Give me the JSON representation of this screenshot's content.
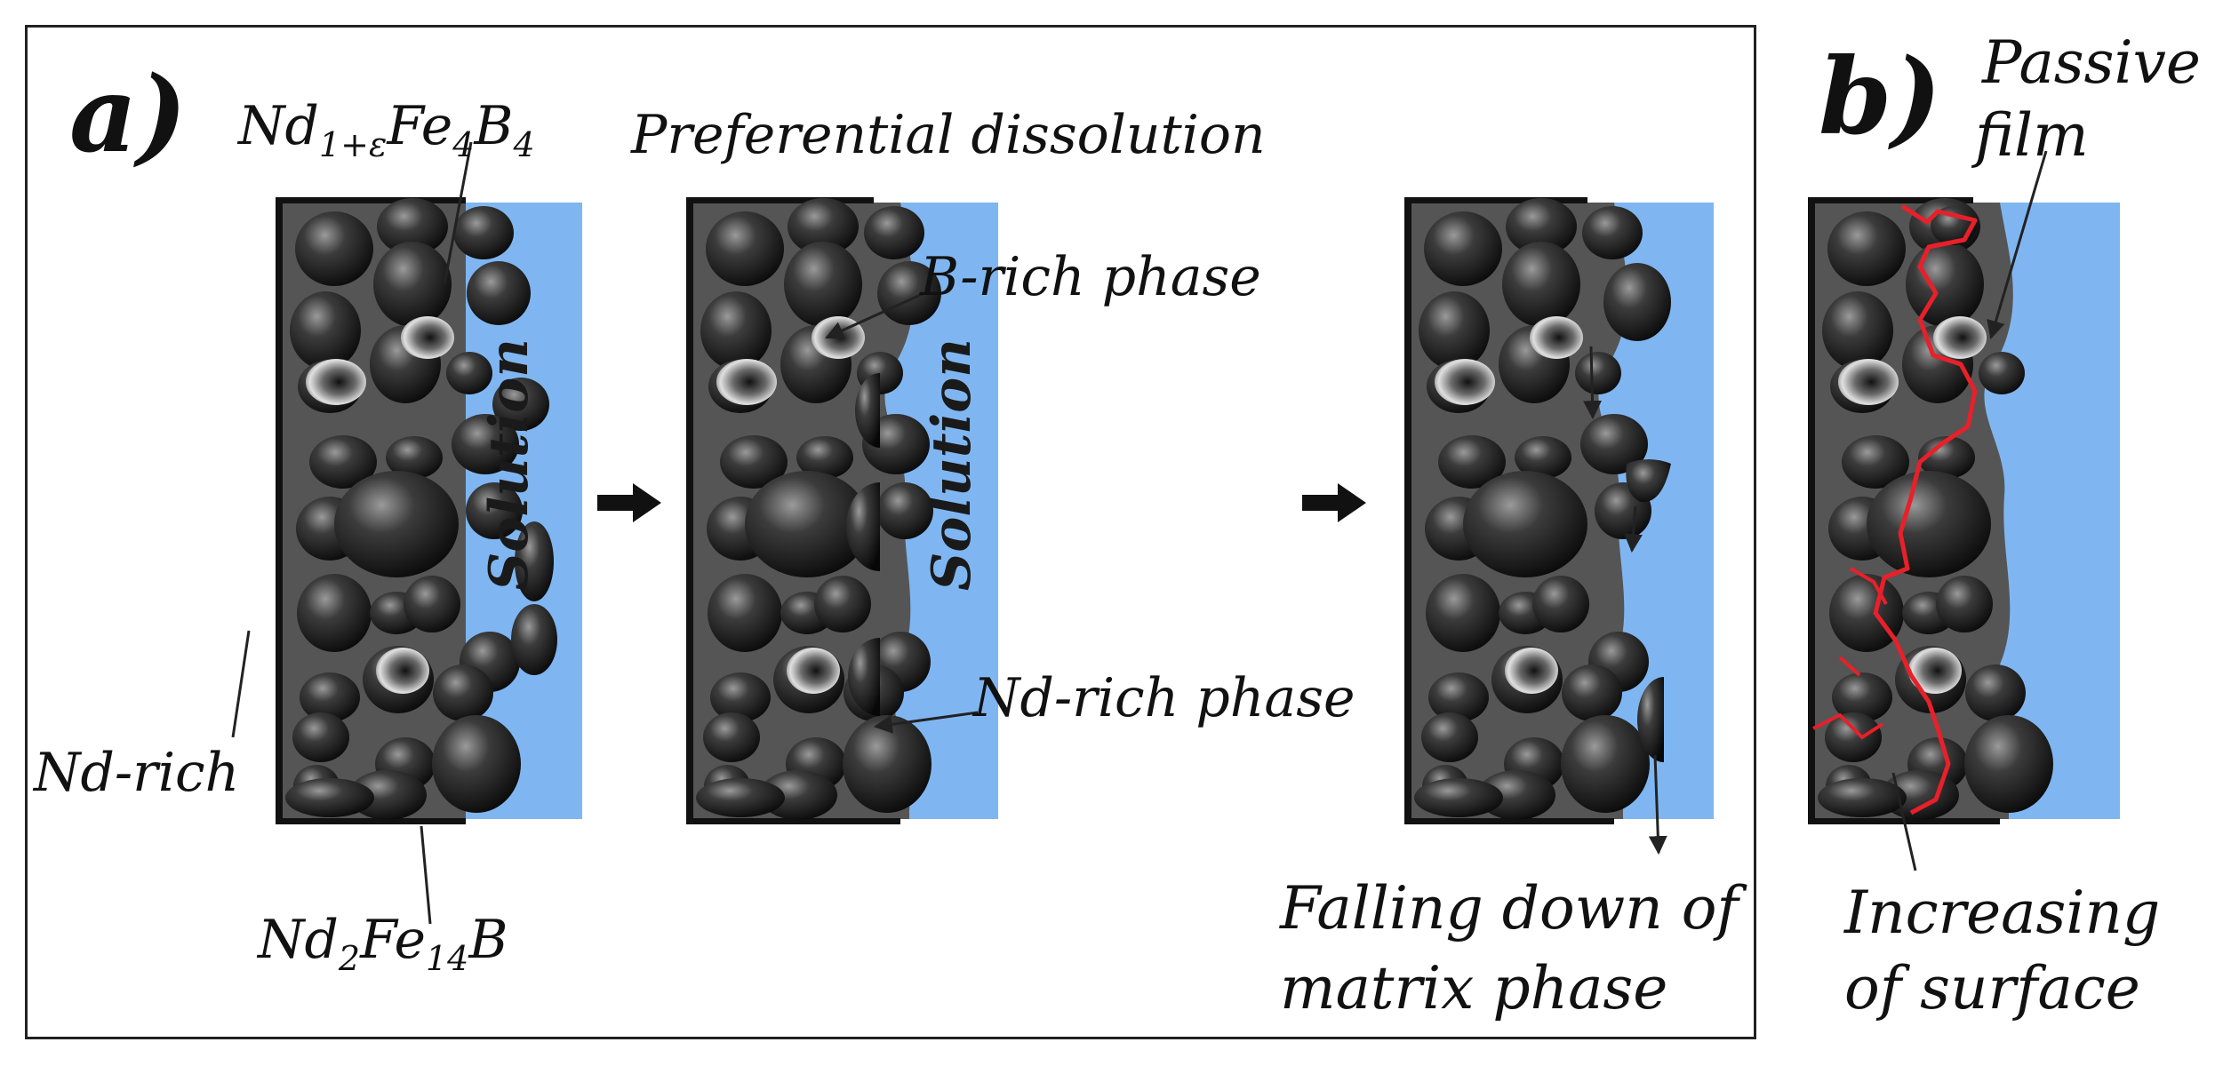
{
  "panel_a": {
    "letter": "a)",
    "formula_top": {
      "base1": "Nd",
      "sub1": "1+ε",
      "base2": "Fe",
      "sub2": "4",
      "base3": "B",
      "sub3": "4"
    },
    "formula_bottom": {
      "base1": "Nd",
      "sub1": "2",
      "base2": "Fe",
      "sub2": "14",
      "base3": "B"
    },
    "nd_rich_label": "Nd-rich",
    "solution_label": "Solution",
    "preferential_dissolution": "Preferential dissolution",
    "b_rich_phase": "B-rich phase",
    "nd_rich_phase": "Nd-rich phase",
    "falling_down_line1": "Falling down of",
    "falling_down_line2": "matrix phase"
  },
  "panel_b": {
    "letter": "b)",
    "passive_line1": "Passive",
    "passive_line2": "film",
    "increasing_line1": "Increasing",
    "increasing_line2": "of surface"
  },
  "colors": {
    "solution": "#7fb6f2",
    "matrix": "#555555",
    "grain_dark": "#0d0d0d",
    "passive_film": "#e8202a"
  }
}
